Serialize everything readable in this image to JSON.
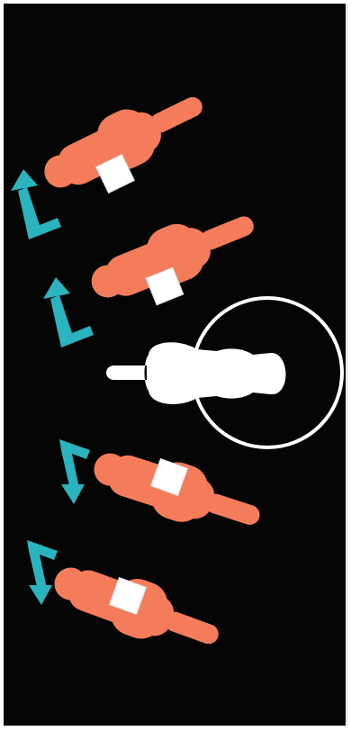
{
  "colors": {
    "background": "#050505",
    "frame": "#ffffff",
    "figure_active": "#f47c5a",
    "figure_highlight": "#ffffff",
    "tag": "#ffffff",
    "arrow": "#2ab4bf",
    "ring": "#ffffff"
  },
  "figures": [
    {
      "id": "figure-1",
      "state": "rotated-left",
      "has_tag": true,
      "arrow": "up"
    },
    {
      "id": "figure-2",
      "state": "rotated-left",
      "has_tag": true,
      "arrow": "up"
    },
    {
      "id": "figure-3",
      "state": "highlighted",
      "has_tag": false,
      "arrow": null
    },
    {
      "id": "figure-4",
      "state": "rotated-right",
      "has_tag": true,
      "arrow": "down"
    },
    {
      "id": "figure-5",
      "state": "rotated-right",
      "has_tag": true,
      "arrow": "down"
    }
  ],
  "highlight_ring": {
    "target": "figure-3"
  }
}
